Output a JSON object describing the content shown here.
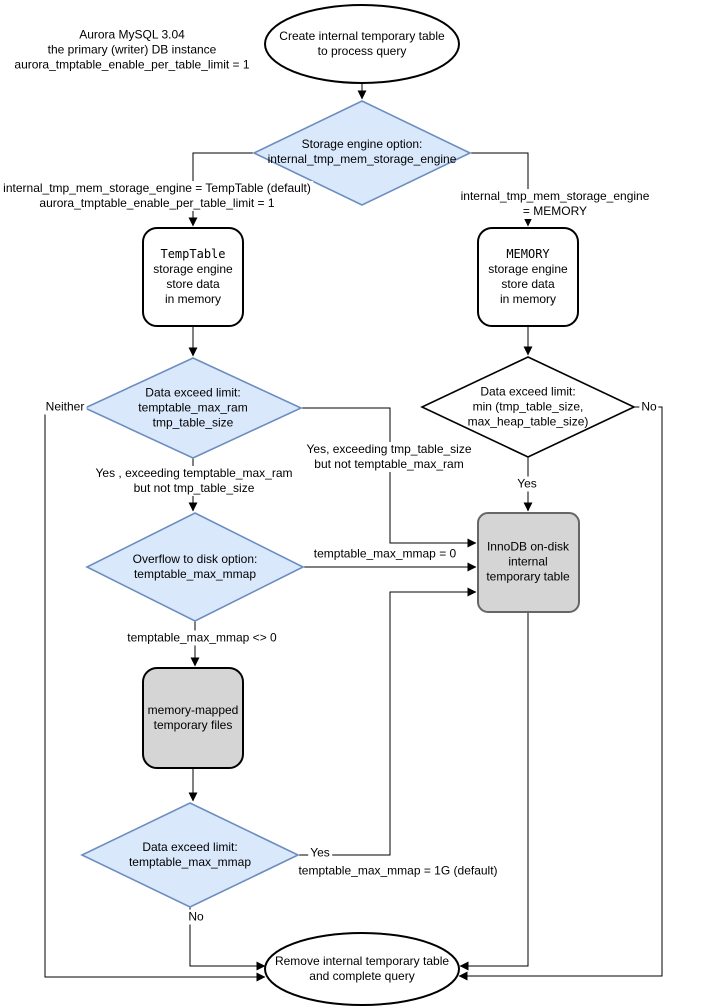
{
  "colors": {
    "decision-fill": "#dae8fc",
    "decision-stroke": "#6c8ebf",
    "disk-fill": "#d5d5d5",
    "disk-stroke": "#666666",
    "shape-stroke": "#000000",
    "edge-color": "#000000",
    "background": "#ffffff"
  },
  "note": {
    "text": "Aurora MySQL 3.04\nthe primary (writer) DB instance\naurora_tmptable_enable_per_table_limit = 1"
  },
  "nodes": {
    "start": "Create internal temporary table\nto process query",
    "storage_decision": "Storage engine option:\ninternal_tmp_mem_storage_engine",
    "temptable_engine": {
      "title": "TempTable",
      "body": "storage engine\nstore data\nin memory"
    },
    "memory_engine": {
      "title": "MEMORY",
      "body": "storage engine\nstore data\nin memory"
    },
    "temptable_limit_decision": "Data exceed limit:\ntemptable_max_ram\ntmp_table_size",
    "memory_limit_decision": "Data exceed limit:\nmin (tmp_table_size,\nmax_heap_table_size)",
    "overflow_decision": "Overflow to disk option:\ntemptable_max_mmap",
    "innodb_disk": "InnoDB on-disk\ninternal\ntemporary table",
    "mmap_files": "memory-mapped\ntemporary files",
    "mmap_limit_decision": "Data exceed limit:\ntemptable_max_mmap",
    "end": "Remove internal temporary table\nand complete query"
  },
  "edge_labels": {
    "branch_temptable": "internal_tmp_mem_storage_engine = TempTable (default)\naurora_tmptable_enable_per_table_limit = 1",
    "branch_memory": "internal_tmp_mem_storage_engine = MEMORY",
    "neither": "Neither",
    "no_memory": "No",
    "yes_exceed_ram": "Yes , exceeding temptable_max_ram\nbut not tmp_table_size",
    "yes_exceed_size": "Yes, exceeding tmp_table_size\nbut not temptable_max_ram",
    "yes_memory": "Yes",
    "mmap_zero": "temptable_max_mmap = 0",
    "mmap_nonzero": "temptable_max_mmap <> 0",
    "yes_mmap": "Yes",
    "mmap_default": "temptable_max_mmap = 1G (default)",
    "no_mmap": "No"
  }
}
